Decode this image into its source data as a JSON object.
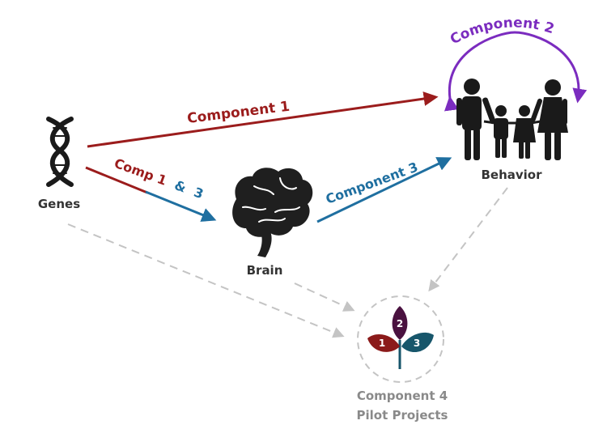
{
  "nodes": {
    "genes": "Genes",
    "brain": "Brain",
    "behavior": "Behavior",
    "component4": "Component 4",
    "pilot": "Pilot Projects"
  },
  "arrows": {
    "comp1": "Component 1",
    "comp13": "Comp 1 & 3",
    "comp13_part1": "Comp 1",
    "comp13_amp": "&",
    "comp13_part3": "3",
    "comp3": "Component 3",
    "comp2": "Component 2"
  },
  "leaves": {
    "left": "1",
    "top": "2",
    "right": "3"
  },
  "colors": {
    "component1": "#9b1c1c",
    "component3": "#1f6fa0",
    "component2": "#7b2cbf",
    "dashed": "#c4c4c4",
    "node_text": "#333333",
    "pilot_text": "#8a8a8a",
    "leaf1": "#8b1a1a",
    "leaf2": "#4a1240",
    "leaf3": "#17566b"
  },
  "icons": [
    "dna-icon",
    "brain-icon",
    "family-icon",
    "plant-icon"
  ]
}
